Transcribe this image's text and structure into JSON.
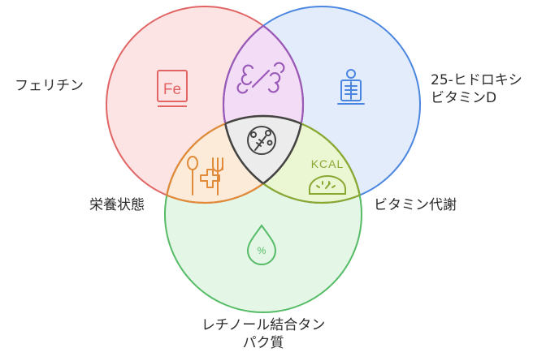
{
  "labels": {
    "ferritin": "フェリチン",
    "vitamin_d_line1": "25-ヒドロキシ",
    "vitamin_d_line2": "ビタミンD",
    "nutrition": "栄養状態",
    "vitamin_metabolism": "ビタミン代謝",
    "rbp_line1": "レチノール結合タン",
    "rbp_line2": "パク質"
  },
  "icons": {
    "ferritin": "Fe",
    "calorie": "KCAL",
    "percent": "%"
  },
  "colors": {
    "red": "#e06464",
    "blue": "#4a86e0",
    "green": "#55bb66",
    "orange": "#e08a3a",
    "purple": "#9a5ab8",
    "olive": "#8aa832",
    "dark": "#444444"
  }
}
